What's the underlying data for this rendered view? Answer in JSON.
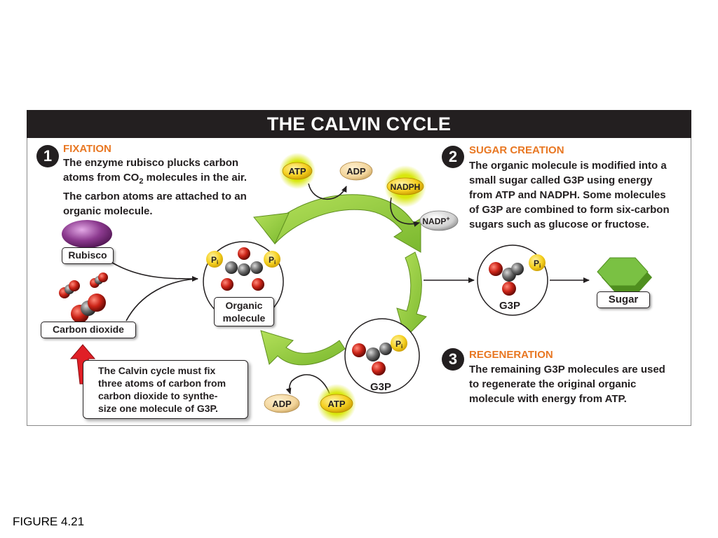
{
  "figure_caption": "FIGURE 4.21",
  "title": "THE CALVIN CYCLE",
  "steps": [
    {
      "number": "1",
      "heading": "FIXATION",
      "lines": [
        "The enzyme rubisco plucks carbon",
        "atoms from CO",
        "2",
        " molecules in the air.",
        "The carbon atoms are attached to an",
        "organic molecule."
      ]
    },
    {
      "number": "2",
      "heading": "SUGAR CREATION",
      "lines": [
        "The organic molecule is modified into a",
        "small sugar called G3P using energy",
        "from ATP and NADPH.  Some molecules",
        "of G3P are combined to form six-carbon",
        "sugars such as glucose or fructose."
      ]
    },
    {
      "number": "3",
      "heading": "REGENERATION",
      "lines": [
        "The remaining G3P molecules are used",
        "to regenerate the original organic",
        "molecule with energy from ATP."
      ]
    }
  ],
  "labels": {
    "rubisco": "Rubisco",
    "carbon_dioxide": "Carbon dioxide",
    "organic_molecule_1": "Organic",
    "organic_molecule_2": "molecule",
    "g3p": "G3P",
    "sugar": "Sugar",
    "atp": "ATP",
    "adp": "ADP",
    "nadph": "NADPH",
    "nadp": "NADP",
    "nadp_sup": "+",
    "pi": "P",
    "pi_sub": "i"
  },
  "callout_lines": [
    "The Calvin cycle must fix",
    "three atoms of carbon from",
    "carbon dioxide to synthe-",
    "size one molecule of G3P."
  ],
  "colors": {
    "title_bar": "#231f20",
    "step_heading": "#e87722",
    "cycle_arrow": "#8cc63f",
    "atp_glow": "#d7e600",
    "adp_fill": "#f2d49a",
    "phosphate": "#f5d020",
    "oxygen": "#cc2418",
    "carbon": "#6e6e6e",
    "rubisco": "#8c3a8f",
    "sugar": "#7ac143",
    "pointer_arrow": "#e01f26"
  }
}
